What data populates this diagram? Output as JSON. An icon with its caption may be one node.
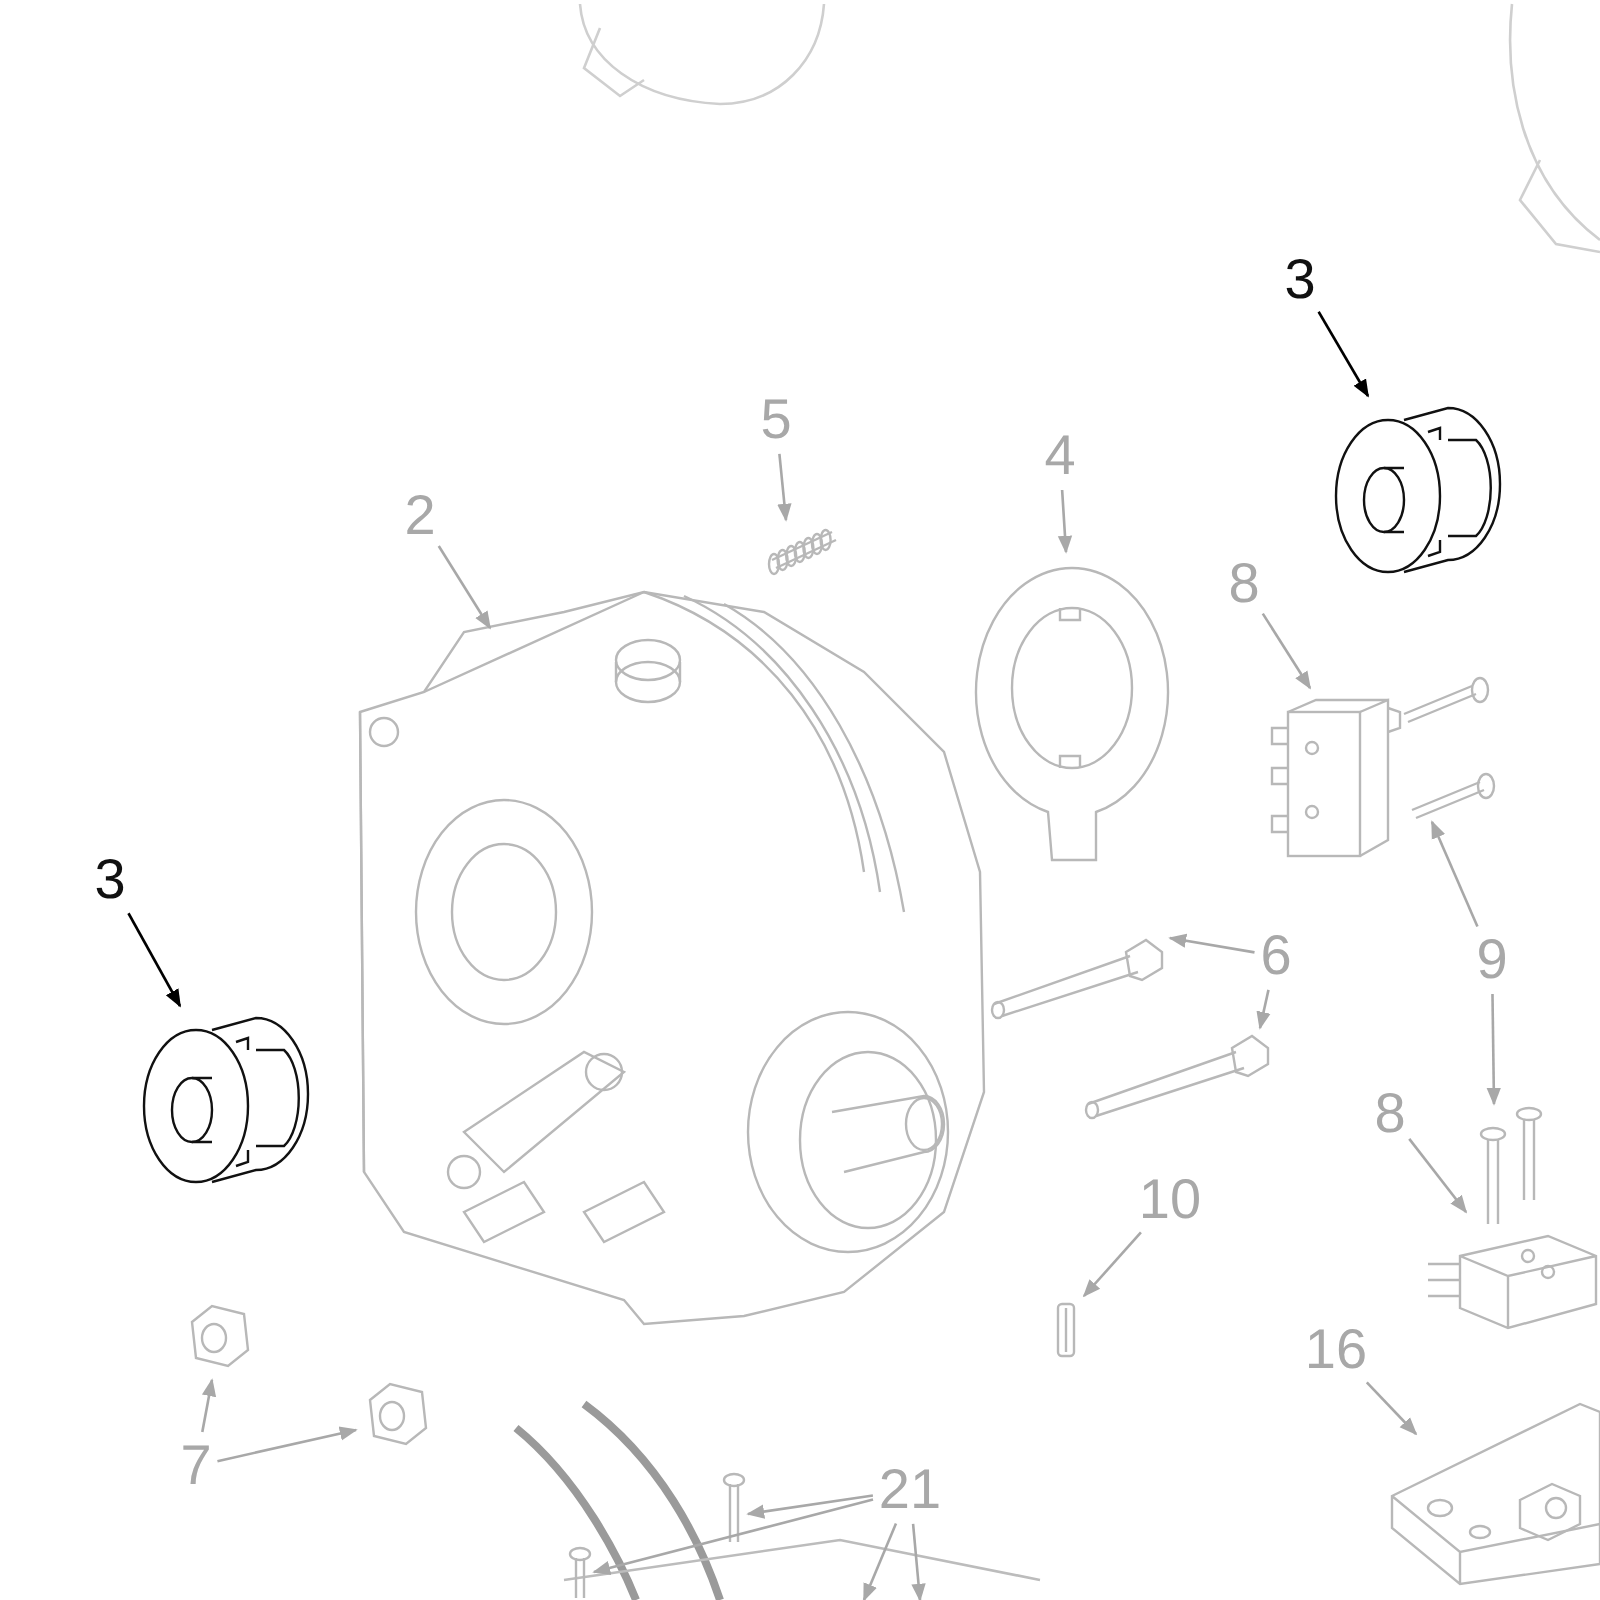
{
  "diagram": {
    "nodes": [
      {
        "text": [
          "3"
        ]
      },
      {
        "text": [],
        "shape": "picture"
      },
      {
        "text": [
          "3"
        ]
      },
      {
        "text": [],
        "shape": "picture"
      },
      {
        "text": [
          "2"
        ]
      },
      {
        "text": [],
        "shape": "picture"
      },
      {
        "text": [
          "5"
        ]
      },
      {
        "text": [],
        "shape": "picture"
      },
      {
        "text": [
          "4"
        ]
      },
      {
        "text": [],
        "shape": "picture"
      },
      {
        "text": [
          "8"
        ]
      },
      {
        "text": [],
        "shape": "picture"
      },
      {
        "text": [
          "9"
        ]
      },
      {
        "text": [],
        "shape": "picture"
      },
      {
        "text": [],
        "shape": "picture"
      },
      {
        "text": [
          "6"
        ]
      },
      {
        "text": [],
        "shape": "picture"
      },
      {
        "text": [],
        "shape": "picture"
      },
      {
        "text": [
          "8"
        ]
      },
      {
        "text": [],
        "shape": "picture"
      },
      {
        "text": [
          "10"
        ]
      },
      {
        "text": [],
        "shape": "picture"
      },
      {
        "text": [
          "7"
        ]
      },
      {
        "text": [],
        "shape": "picture"
      },
      {
        "text": [],
        "shape": "picture"
      },
      {
        "text": [
          "16"
        ]
      },
      {
        "text": [],
        "shape": "picture"
      },
      {
        "text": [
          "21"
        ]
      },
      {
        "text": [],
        "shape": "picture"
      },
      {
        "text": [],
        "shape": "picture"
      }
    ],
    "edges": [
      {
        "from": 0,
        "to": 1,
        "arrow": "to",
        "color": "#000000"
      },
      {
        "from": 2,
        "to": 3,
        "arrow": "to",
        "color": "#000000"
      },
      {
        "from": 4,
        "to": 5,
        "arrow": "to"
      },
      {
        "from": 6,
        "to": 7,
        "arrow": "to"
      },
      {
        "from": 8,
        "to": 9,
        "arrow": "to"
      },
      {
        "from": 10,
        "to": 11,
        "arrow": "to"
      },
      {
        "from": 12,
        "to": 13,
        "arrow": "to"
      },
      {
        "from": 12,
        "to": 14,
        "arrow": "to"
      },
      {
        "from": 15,
        "to": 16,
        "arrow": "to"
      },
      {
        "from": 15,
        "to": 17,
        "arrow": "to"
      },
      {
        "from": 18,
        "to": 19,
        "arrow": "to"
      },
      {
        "from": 20,
        "to": 21,
        "arrow": "to"
      },
      {
        "from": 22,
        "to": 23,
        "arrow": "to"
      },
      {
        "from": 22,
        "to": 24,
        "arrow": "to"
      },
      {
        "from": 25,
        "to": 26,
        "arrow": "to"
      },
      {
        "from": 27,
        "to": 28,
        "arrow": "to"
      },
      {
        "from": 27,
        "to": 29,
        "arrow": "to"
      },
      {
        "from": 27,
        "to": null,
        "arrow": "to"
      },
      {
        "from": 27,
        "to": null,
        "arrow": "to"
      }
    ]
  }
}
